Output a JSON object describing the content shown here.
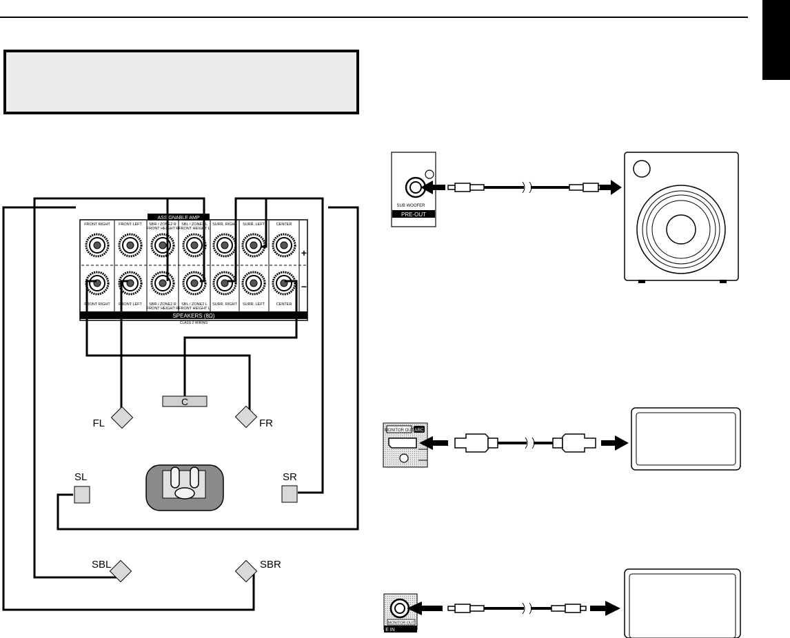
{
  "speaker_panel": {
    "header_top": [
      "FRONT RIGHT",
      "FRONT LEFT",
      "SBR / ZONE2 R\nFRONT HEIGHT R",
      "SBL / ZONE2 L\nFRONT HEIGHT L",
      "SURR. RIGHT",
      "SURR. LEFT",
      "CENTER"
    ],
    "header_bottom": [
      "FRONT RIGHT",
      "FRONT LEFT",
      "SBR / ZONE2 R\nFRONT HEIGHT R",
      "SBL / ZONE2 L\nFRONT HEIGHT L",
      "SURR. RIGHT",
      "SURR. LEFT",
      "CENTER"
    ],
    "assignable_amp": "ASSIGNABLE AMP",
    "footer_main": "SPEAKERS (8Ω)",
    "footer_sub": "CLASS 2 WIRING",
    "plus": "+",
    "minus": "−"
  },
  "speakers": {
    "center": "C",
    "front_left": "FL",
    "front_right": "FR",
    "surround_left": "SL",
    "surround_right": "SR",
    "surround_back_left": "SBL",
    "surround_back_right": "SBR"
  },
  "subwoofer_panel": {
    "jack_label": "SUB WOOFER",
    "section_label": "PRE-OUT"
  },
  "hdmi_panel": {
    "monitor_out": "MONITOR OUT",
    "arc": "ARC"
  },
  "video_panel": {
    "monitor_out": "MONITOR OUT",
    "section_label": "E IN"
  },
  "colors": {
    "line": "#000000",
    "panel_gray": "#d9d9d9",
    "dark_gray": "#8a8a8a",
    "box_fill": "#ebebeb"
  }
}
